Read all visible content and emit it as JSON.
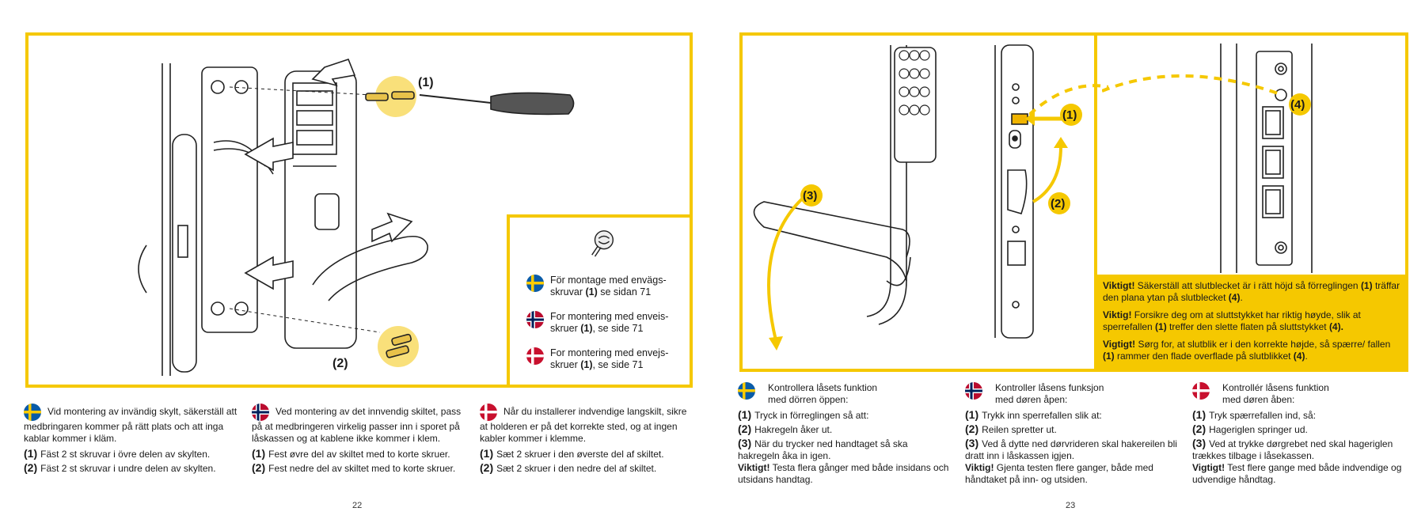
{
  "left_page": {
    "callouts": {
      "one": "(1)",
      "two": "(2)"
    },
    "screw_box": [
      {
        "flag": "se",
        "pre": "För montage med envägs-skruvar ",
        "num": "(1)",
        "post": " se sidan 71"
      },
      {
        "flag": "no",
        "pre": "For montering med enveis-skruer ",
        "num": "(1)",
        "post": ", se side 71"
      },
      {
        "flag": "dk",
        "pre": "For montering med envejs-skruer ",
        "num": "(1)",
        "post": ", se side 71"
      }
    ],
    "columns": [
      {
        "flag": "se",
        "intro": "Vid montering av invändig skylt, säkerställ att medbringaren kommer på rätt plats och att inga kablar kommer i kläm.",
        "steps": [
          {
            "num": "(1)",
            "text": "Fäst 2 st skruvar i övre delen av skylten."
          },
          {
            "num": "(2)",
            "text": "Fäst 2 st skruvar i undre delen av skylten."
          }
        ]
      },
      {
        "flag": "no",
        "intro": "Ved montering av det innvendig skiltet, pass på at medbringeren virkelig passer inn i sporet på låskassen og at kablene ikke kommer i klem.",
        "steps": [
          {
            "num": "(1)",
            "text": "Fest øvre del av skiltet med to korte skruer."
          },
          {
            "num": "(2)",
            "text": "Fest nedre del av skiltet med to korte skruer."
          }
        ]
      },
      {
        "flag": "dk",
        "intro": "Når du installerer indvendige langskilt, sikre at holderen er på det korrekte sted, og at ingen kabler kommer i klemme.",
        "steps": [
          {
            "num": "(1)",
            "text": "Sæt 2 skruer i den øverste del af skiltet."
          },
          {
            "num": "(2)",
            "text": "Sæt 2 skruer i den nedre del af skiltet."
          }
        ]
      }
    ],
    "page_number": "22"
  },
  "right_page": {
    "callouts": {
      "one": "(1)",
      "two": "(2)",
      "three": "(3)",
      "four": "(4)"
    },
    "warnings": [
      {
        "bold": "Viktigt!",
        "text": " Säkerställ att slutblecket är i rätt höjd så förreglingen ",
        "num": "(1)",
        "text2": " träffar den plana ytan på slutblecket ",
        "num2": "(4)",
        "end": "."
      },
      {
        "bold": "Viktig!",
        "text": " Forsikre deg om at sluttstykket har riktig høyde, slik at sperrefallen ",
        "num": "(1)",
        "text2": " treffer den slette flaten på sluttstykket ",
        "num2": "(4).",
        "end": ""
      },
      {
        "bold": "Vigtigt!",
        "text": " Sørg for, at slutblik er i den korrekte højde, så spærre/ fallen ",
        "num": "(1)",
        "text2": " rammer den flade overflade på slutblikket ",
        "num2": "(4)",
        "end": "."
      }
    ],
    "columns": [
      {
        "flag": "se",
        "intro": "Kontrollera låsets funktion med dörren öppen:",
        "steps": [
          {
            "num": "(1)",
            "text": "Tryck in förreglingen så att:"
          },
          {
            "num": "(2)",
            "text": "Hakregeln åker ut."
          },
          {
            "num": "(3)",
            "text": "När du trycker ned handtaget så ska hakregeln åka in igen."
          }
        ],
        "important_bold": "Viktigt!",
        "important": " Testa flera gånger med både insidans och utsidans handtag."
      },
      {
        "flag": "no",
        "intro": "Kontroller låsens funksjon med døren åpen:",
        "steps": [
          {
            "num": "(1)",
            "text": "Trykk inn sperrefallen slik at:"
          },
          {
            "num": "(2)",
            "text": "Reilen spretter ut."
          },
          {
            "num": "(3)",
            "text": "Ved å dytte ned dørvrideren skal hakereilen bli dratt inn i låskassen igjen."
          }
        ],
        "important_bold": "Viktig!",
        "important": " Gjenta testen flere ganger, både med håndtaket på inn- og utsiden."
      },
      {
        "flag": "dk",
        "intro": "Kontrollér låsens funktion med døren åben:",
        "steps": [
          {
            "num": "(1)",
            "text": "Tryk spærrefallen ind, så:"
          },
          {
            "num": "(2)",
            "text": "Hageriglen springer ud."
          },
          {
            "num": "(3)",
            "text": "Ved at trykke dørgrebet ned skal hageriglen trækkes tilbage i låsekassen."
          }
        ],
        "important_bold": "Vigtigt!",
        "important": " Test flere gange med både indvendige og udvendige håndtag."
      }
    ],
    "page_number": "23"
  },
  "colors": {
    "accent": "#f5c800",
    "text": "#1a1a1a"
  }
}
